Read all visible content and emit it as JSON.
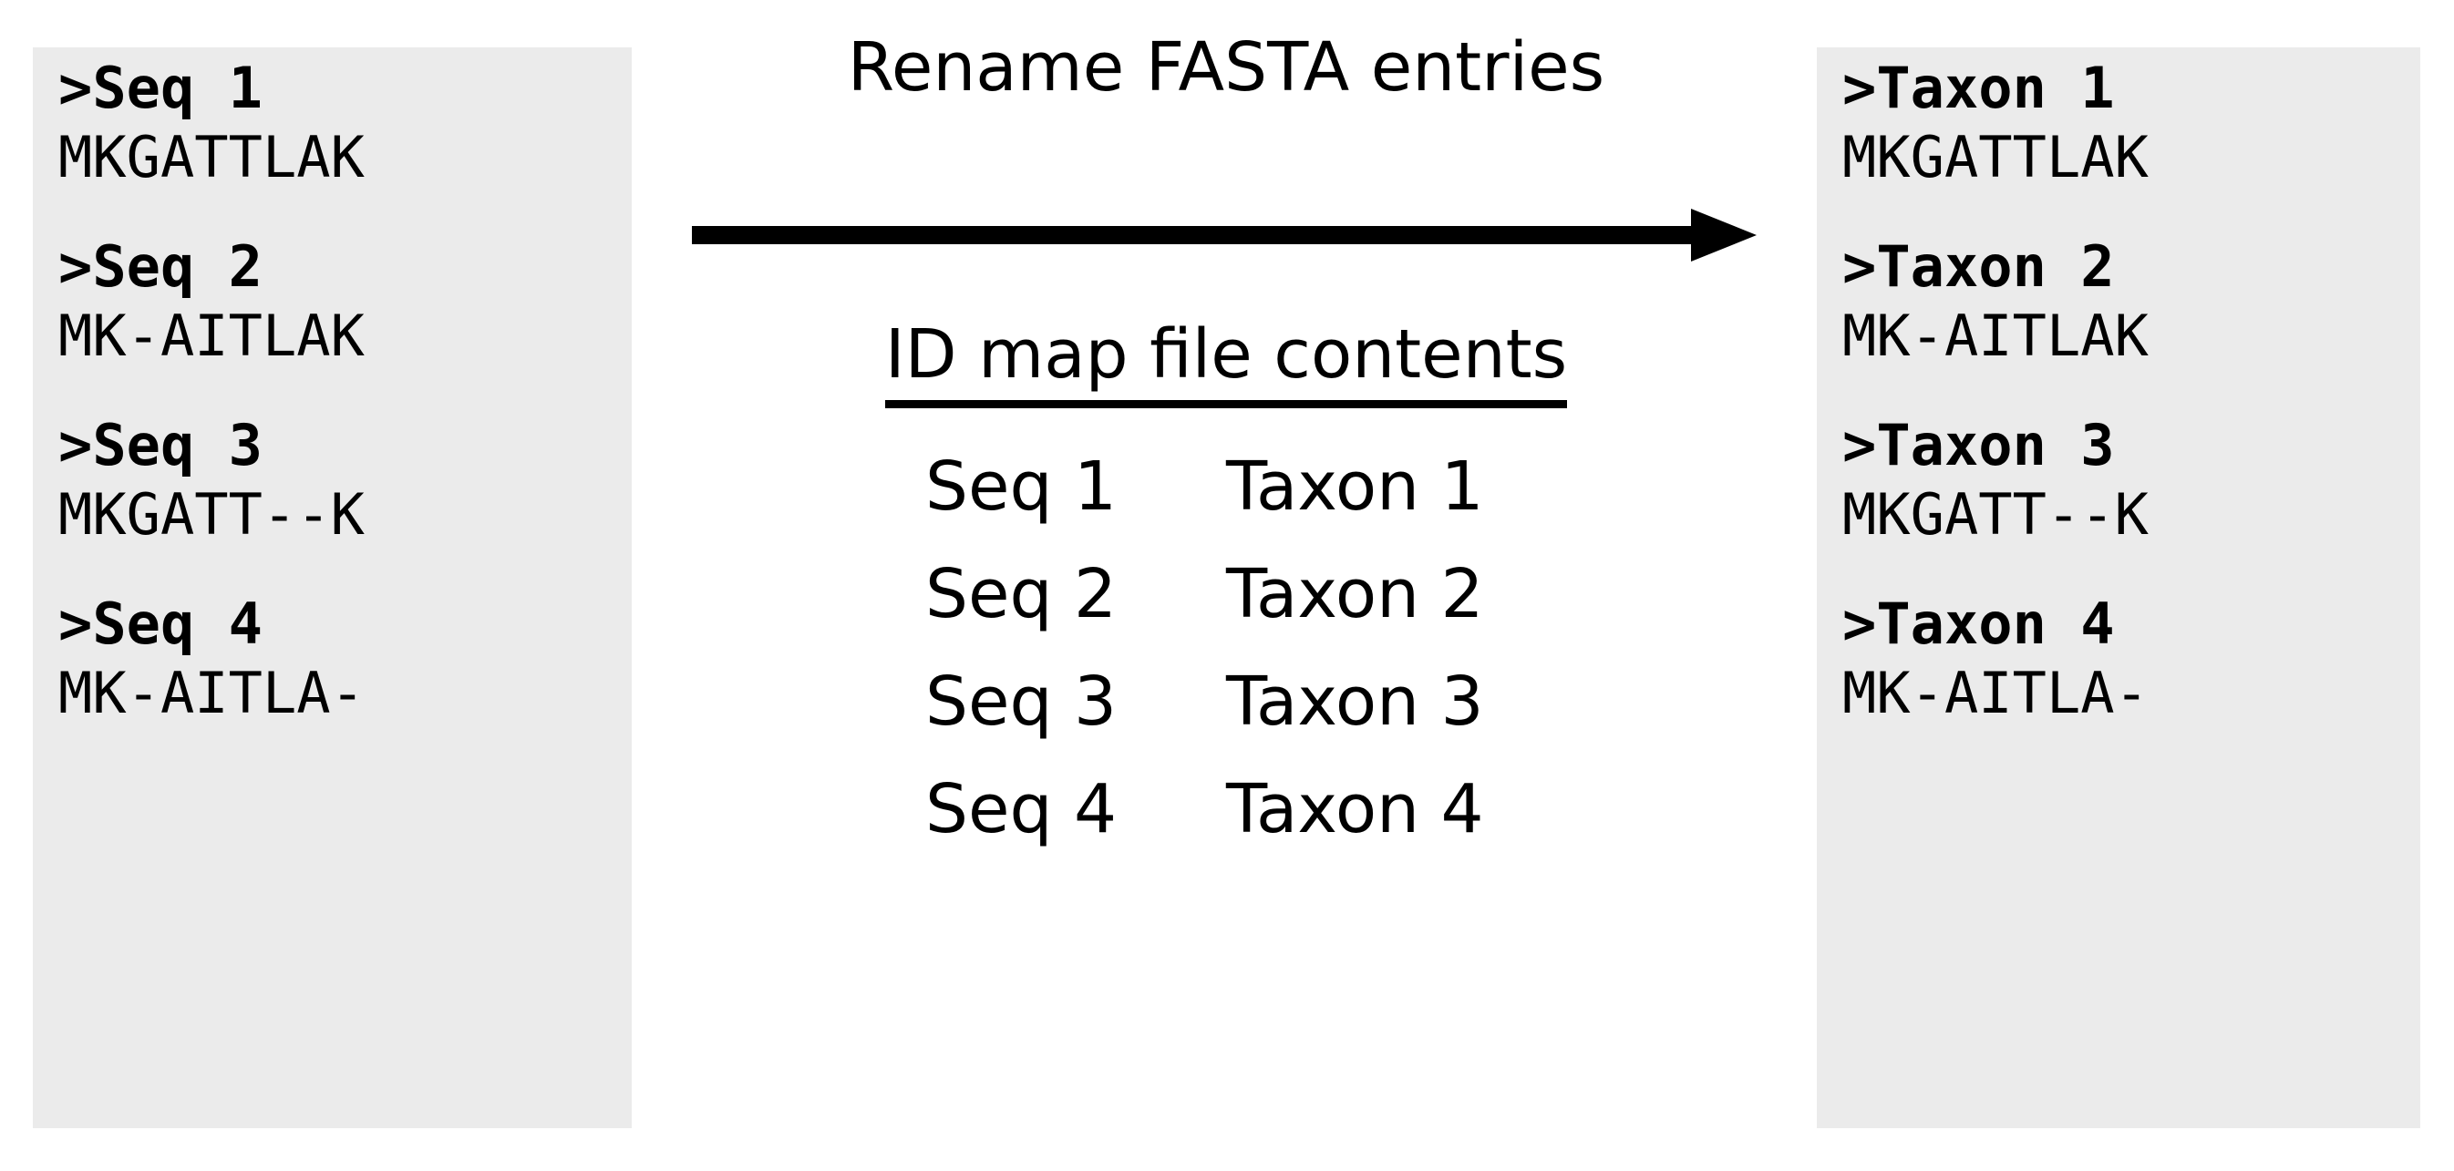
{
  "figure": {
    "arrow_label": "Rename FASTA entries",
    "map_title": "ID map file contents",
    "background_color": "#ffffff",
    "panel_color": "#ebebeb",
    "text_color": "#000000"
  },
  "input_panel": {
    "entries": [
      {
        "header": ">Seq 1",
        "sequence": "MKGATTLAK"
      },
      {
        "header": ">Seq 2",
        "sequence": "MK-AITLAK"
      },
      {
        "header": ">Seq 3",
        "sequence": "MKGATT--K"
      },
      {
        "header": ">Seq 4",
        "sequence": "MK-AITLA-"
      }
    ]
  },
  "output_panel": {
    "entries": [
      {
        "header": ">Taxon 1",
        "sequence": "MKGATTLAK"
      },
      {
        "header": ">Taxon 2",
        "sequence": "MK-AITLAK"
      },
      {
        "header": ">Taxon 3",
        "sequence": "MKGATT--K"
      },
      {
        "header": ">Taxon 4",
        "sequence": "MK-AITLA-"
      }
    ]
  },
  "id_map": {
    "rows": [
      {
        "old_id": "Seq 1",
        "new_id": "Taxon 1"
      },
      {
        "old_id": "Seq 2",
        "new_id": "Taxon 2"
      },
      {
        "old_id": "Seq 3",
        "new_id": "Taxon 3"
      },
      {
        "old_id": "Seq 4",
        "new_id": "Taxon 4"
      }
    ]
  }
}
